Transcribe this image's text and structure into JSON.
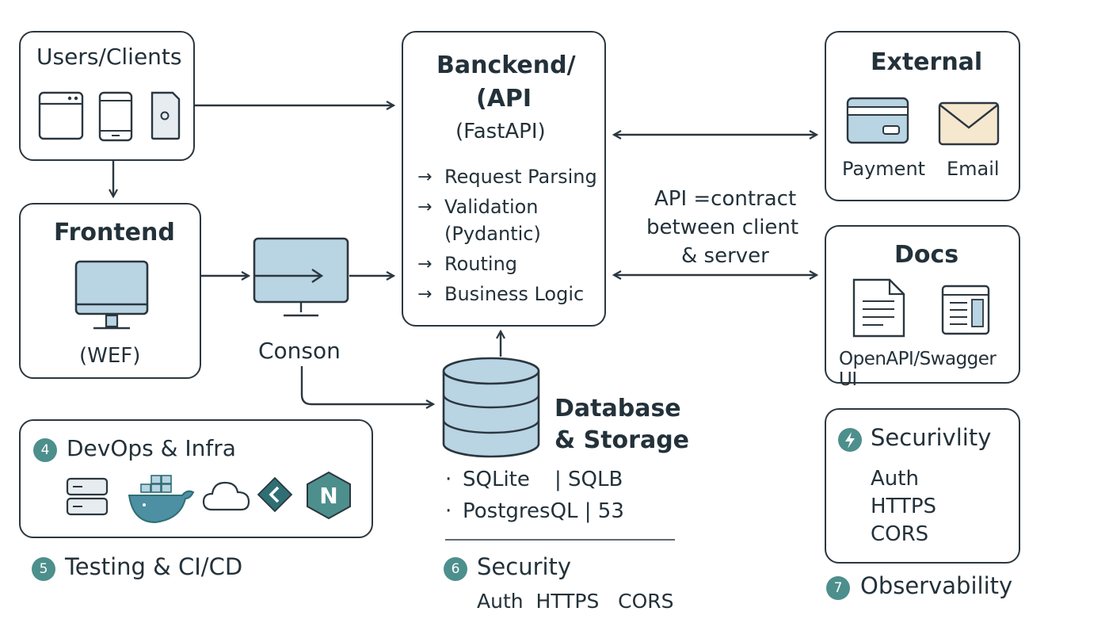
{
  "colors": {
    "stroke": "#2b3740",
    "blue_fill": "#b9d4e2",
    "teal_badge": "#4d8f8c",
    "envelope_fill": "#f6e7cf",
    "dark_teal": "#2f6f73"
  },
  "users": {
    "title": "Users/Clients",
    "icons": [
      "browser-window-icon",
      "tablet-icon",
      "phone-icon"
    ]
  },
  "frontend": {
    "title": "Frontend",
    "caption": "(WEF)",
    "icon": "monitor-icon"
  },
  "conson": {
    "label": "Conson",
    "icon": "monitor-arrow-icon"
  },
  "backend": {
    "title_line1": "Banckend/",
    "title_line2": "(API",
    "subtitle": "(FastAPI)",
    "items": [
      {
        "arrow": "→",
        "text": "Request Parsing"
      },
      {
        "arrow": "→",
        "text": "Validation"
      },
      {
        "arrow": "",
        "text": "(Pydantic)"
      },
      {
        "arrow": "→",
        "text": "Routing"
      },
      {
        "arrow": "→",
        "text": "Business Logic"
      }
    ]
  },
  "api_note": {
    "line1": "API =contract",
    "line2": "between client",
    "line3": "& server"
  },
  "external": {
    "title": "External",
    "payment": "Payment",
    "email": "Email"
  },
  "docs": {
    "title": "Docs",
    "caption": "OpenAPI/Swagger UI"
  },
  "database": {
    "title_line1": "Database",
    "title_line2": "& Storage",
    "row1_a": "SQLite",
    "row1_b": "| SQLB",
    "row2": "PostgresQL | 53",
    "bullet": "·"
  },
  "devops": {
    "num": "4",
    "title": "DevOps & Infra",
    "icons": [
      "server-icon",
      "docker-whale-icon",
      "cloud-icon",
      "git-diamond-icon",
      "nginx-icon"
    ],
    "nginx_letter": "N"
  },
  "testing": {
    "num": "5",
    "title": "Testing & CI/CD"
  },
  "security_bottom": {
    "num": "6",
    "title": "Security",
    "items": "Auth  HTTPS   CORS"
  },
  "security_right": {
    "title": "Securivlity",
    "items": [
      "Auth",
      "HTTPS",
      "CORS"
    ]
  },
  "observability": {
    "num": "7",
    "title": "Observability"
  }
}
